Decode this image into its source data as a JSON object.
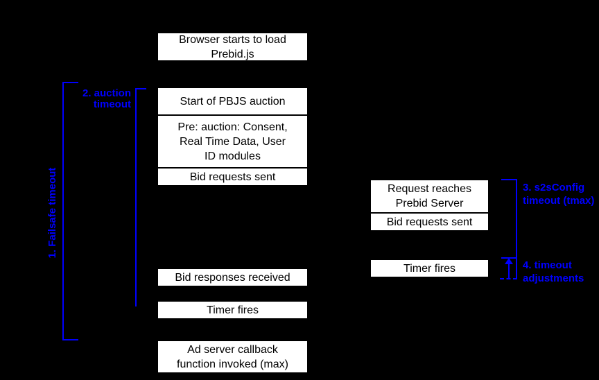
{
  "colors": {
    "background": "#000000",
    "box_fill": "#ffffff",
    "box_border": "#000000",
    "box_text": "#000000",
    "annotation_blue": "#0000ff"
  },
  "boxes": {
    "browser_load": "Browser starts to load\nPrebid.js",
    "start_auction": "Start of PBJS auction",
    "pre_auction": "Pre: auction: Consent,\nReal Time Data, User\nID modules",
    "bid_requests_sent_left": "Bid requests sent",
    "bid_responses_received": "Bid responses received",
    "timer_fires_left": "Timer fires",
    "ad_server_callback": "Ad server callback\nfunction invoked (max)",
    "request_reaches_server": "Request reaches\nPrebid Server",
    "bid_requests_sent_right": "Bid requests sent",
    "timer_fires_right": "Timer fires"
  },
  "annotations": {
    "failsafe_timeout": "1. Failsafe timeout",
    "auction_timeout": "2. auction\ntimeout",
    "s2s_timeout": "3. s2sConfig\ntimeout (tmax)",
    "timeout_adjustments": "4. timeout\nadjustments"
  }
}
